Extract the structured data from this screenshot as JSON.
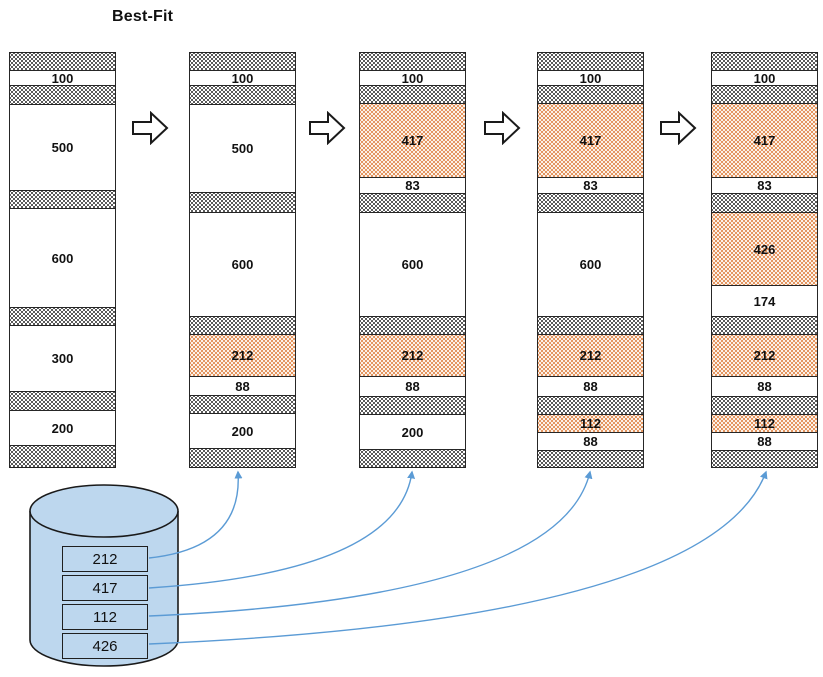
{
  "title": "Best-Fit",
  "memory_states": [
    {
      "blocks": [
        {
          "kind": "gap",
          "h": 18
        },
        {
          "kind": "hole",
          "label": "100",
          "h": 15
        },
        {
          "kind": "gap",
          "h": 19
        },
        {
          "kind": "hole",
          "label": "500",
          "h": 86
        },
        {
          "kind": "gap",
          "h": 18
        },
        {
          "kind": "hole",
          "label": "600",
          "h": 99
        },
        {
          "kind": "gap",
          "h": 18
        },
        {
          "kind": "hole",
          "label": "300",
          "h": 66
        },
        {
          "kind": "gap",
          "h": 19
        },
        {
          "kind": "hole",
          "label": "200",
          "h": 35
        },
        {
          "kind": "gap",
          "h": 21
        }
      ]
    },
    {
      "blocks": [
        {
          "kind": "gap",
          "h": 18
        },
        {
          "kind": "hole",
          "label": "100",
          "h": 15
        },
        {
          "kind": "gap",
          "h": 19
        },
        {
          "kind": "hole",
          "label": "500",
          "h": 88
        },
        {
          "kind": "gap",
          "h": 20
        },
        {
          "kind": "hole",
          "label": "600",
          "h": 104
        },
        {
          "kind": "gap",
          "h": 18
        },
        {
          "kind": "alloc",
          "label": "212",
          "h": 42
        },
        {
          "kind": "hole",
          "label": "88",
          "h": 19
        },
        {
          "kind": "gap",
          "h": 18
        },
        {
          "kind": "hole",
          "label": "200",
          "h": 35
        },
        {
          "kind": "gap",
          "h": 18
        }
      ]
    },
    {
      "blocks": [
        {
          "kind": "gap",
          "h": 18
        },
        {
          "kind": "hole",
          "label": "100",
          "h": 15
        },
        {
          "kind": "gap",
          "h": 18
        },
        {
          "kind": "alloc",
          "label": "417",
          "h": 74
        },
        {
          "kind": "hole",
          "label": "83",
          "h": 16
        },
        {
          "kind": "gap",
          "h": 19
        },
        {
          "kind": "hole",
          "label": "600",
          "h": 104
        },
        {
          "kind": "gap",
          "h": 18
        },
        {
          "kind": "alloc",
          "label": "212",
          "h": 42
        },
        {
          "kind": "hole",
          "label": "88",
          "h": 20
        },
        {
          "kind": "gap",
          "h": 18
        },
        {
          "kind": "hole",
          "label": "200",
          "h": 35
        },
        {
          "kind": "gap",
          "h": 17
        }
      ]
    },
    {
      "blocks": [
        {
          "kind": "gap",
          "h": 18
        },
        {
          "kind": "hole",
          "label": "100",
          "h": 15
        },
        {
          "kind": "gap",
          "h": 18
        },
        {
          "kind": "alloc",
          "label": "417",
          "h": 74
        },
        {
          "kind": "hole",
          "label": "83",
          "h": 16
        },
        {
          "kind": "gap",
          "h": 19
        },
        {
          "kind": "hole",
          "label": "600",
          "h": 104
        },
        {
          "kind": "gap",
          "h": 18
        },
        {
          "kind": "alloc",
          "label": "212",
          "h": 42
        },
        {
          "kind": "hole",
          "label": "88",
          "h": 20
        },
        {
          "kind": "gap",
          "h": 18
        },
        {
          "kind": "alloc",
          "label": "112",
          "h": 18
        },
        {
          "kind": "hole",
          "label": "88",
          "h": 18
        },
        {
          "kind": "gap",
          "h": 16
        }
      ]
    },
    {
      "blocks": [
        {
          "kind": "gap",
          "h": 18
        },
        {
          "kind": "hole",
          "label": "100",
          "h": 15
        },
        {
          "kind": "gap",
          "h": 18
        },
        {
          "kind": "alloc",
          "label": "417",
          "h": 74
        },
        {
          "kind": "hole",
          "label": "83",
          "h": 16
        },
        {
          "kind": "gap",
          "h": 19
        },
        {
          "kind": "alloc",
          "label": "426",
          "h": 73
        },
        {
          "kind": "hole",
          "label": "174",
          "h": 31
        },
        {
          "kind": "gap",
          "h": 18
        },
        {
          "kind": "alloc",
          "label": "212",
          "h": 42
        },
        {
          "kind": "hole",
          "label": "88",
          "h": 20
        },
        {
          "kind": "gap",
          "h": 18
        },
        {
          "kind": "alloc",
          "label": "112",
          "h": 18
        },
        {
          "kind": "hole",
          "label": "88",
          "h": 18
        },
        {
          "kind": "gap",
          "h": 16
        }
      ]
    }
  ],
  "request_queue": [
    "212",
    "417",
    "112",
    "426"
  ],
  "colors": {
    "allocated_dot": "#DC7633",
    "allocated_bg": "#FCF1E7",
    "gap_dot": "#000000",
    "cylinder_fill": "#BDD7EE",
    "arrow_blue": "#5B9BD5",
    "outline_black": "#262626"
  }
}
